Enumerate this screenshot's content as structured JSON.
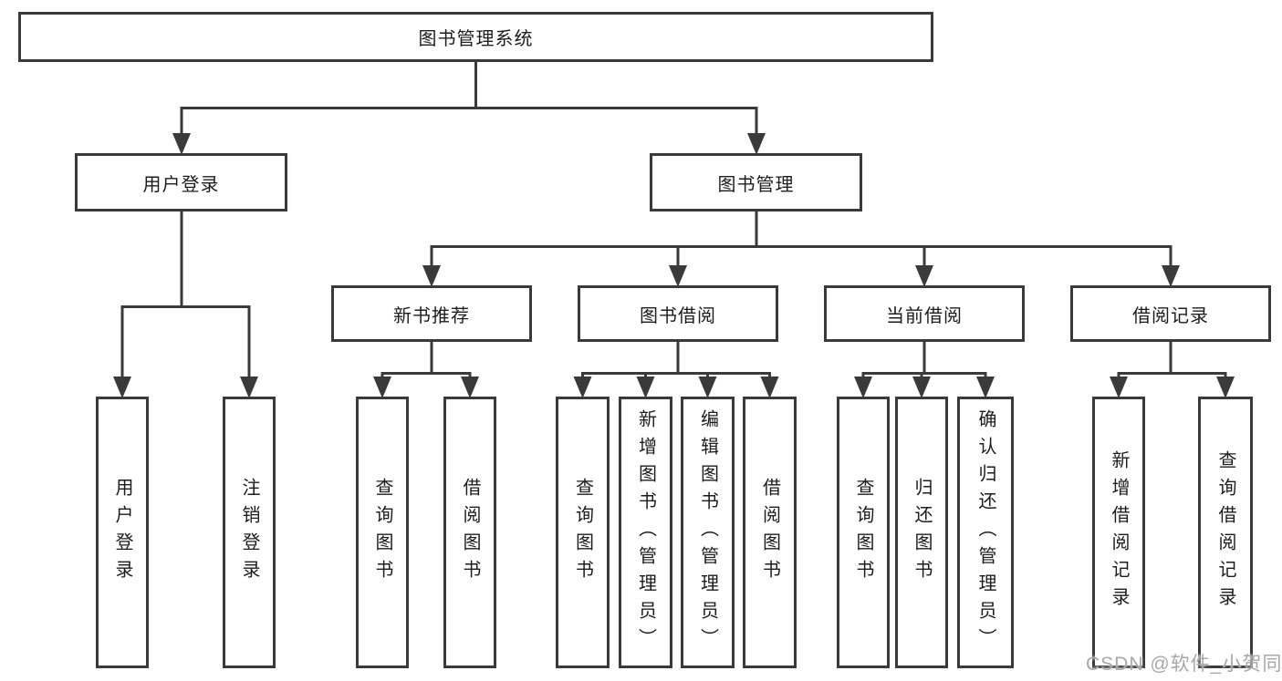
{
  "diagram": {
    "root": {
      "label": "图书管理系统"
    },
    "branches": {
      "user_login": {
        "label": "用户登录",
        "leaves": {
          "login": {
            "label": "用户登录"
          },
          "logout": {
            "label": "注销登录"
          }
        }
      },
      "book_mgmt": {
        "label": "图书管理",
        "sections": {
          "new_books": {
            "label": "新书推荐",
            "leaves": {
              "query_books": {
                "label": "查询图书"
              },
              "borrow_books": {
                "label": "借阅图书"
              }
            }
          },
          "book_borrow": {
            "label": "图书借阅",
            "leaves": {
              "query_books": {
                "label": "查询图书"
              },
              "add_books": {
                "label": "新增图书（管理员）"
              },
              "edit_books": {
                "label": "编辑图书（管理员）"
              },
              "borrow_books": {
                "label": "借阅图书"
              }
            }
          },
          "current_borrow": {
            "label": "当前借阅",
            "leaves": {
              "query_books": {
                "label": "查询图书"
              },
              "return_books": {
                "label": "归还图书"
              },
              "confirm_return": {
                "label": "确认归还（管理员）"
              }
            }
          },
          "borrow_records": {
            "label": "借阅记录",
            "leaves": {
              "add_record": {
                "label": "新增借阅记录"
              },
              "query_record": {
                "label": "查询借阅记录"
              }
            }
          }
        }
      }
    }
  },
  "watermark": {
    "text": "CSDN @软件_小贺同学"
  },
  "colors": {
    "line": "#3a3a3a",
    "text": "#1c1c1c",
    "watermark": "#a8a8a8",
    "background": "#ffffff"
  }
}
